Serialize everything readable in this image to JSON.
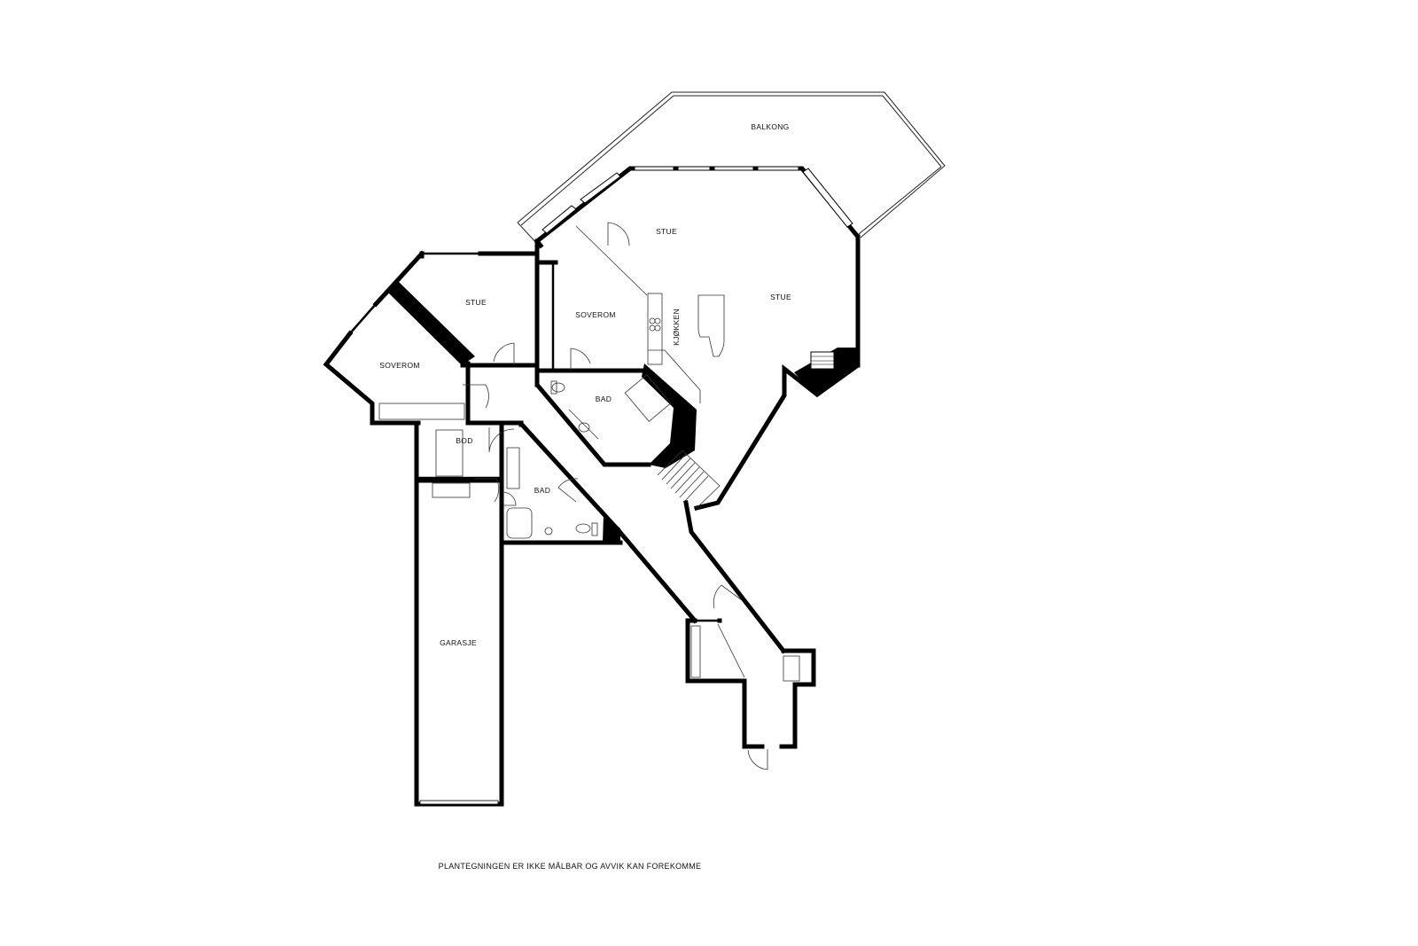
{
  "rooms": {
    "balkong": "BALKONG",
    "stue_main_top": "STUE",
    "stue_main_right": "STUE",
    "stue_left": "STUE",
    "soverom_center": "SOVEROM",
    "soverom_left": "SOVEROM",
    "kjokken": "KJØKKEN",
    "bad_upper": "BAD",
    "bod": "BOD",
    "bad_lower": "BAD",
    "garasje": "GARASJE"
  },
  "footer": {
    "disclaimer": "PLANTEGNINGEN ER IKKE MÅLBAR OG AVVIK KAN FOREKOMME"
  }
}
